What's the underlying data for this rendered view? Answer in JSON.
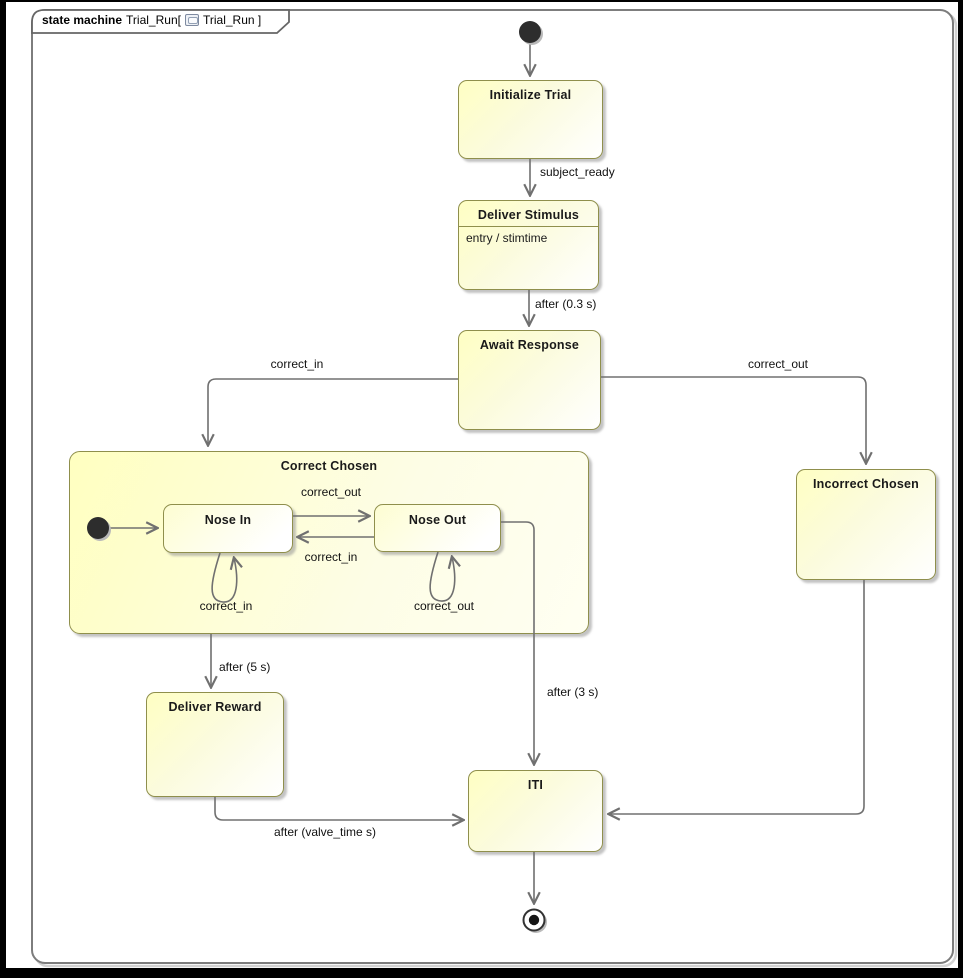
{
  "frame": {
    "kind": "state machine",
    "name": "Trial_Run[",
    "context": "Trial_Run ]",
    "icon": "state-diagram-icon"
  },
  "colors": {
    "state_fill": "#ffffc3",
    "state_border": "#8f8f4c",
    "connector": "#707070",
    "frame_border": "#7d7d7d",
    "background": "#ffffff"
  },
  "states": {
    "initialize_trial": {
      "label": "Initialize Trial"
    },
    "deliver_stimulus": {
      "label": "Deliver Stimulus",
      "entry_action": "entry / stimtime"
    },
    "await_response": {
      "label": "Await Response"
    },
    "correct_chosen": {
      "label": "Correct Chosen"
    },
    "nose_in": {
      "label": "Nose In"
    },
    "nose_out": {
      "label": "Nose Out"
    },
    "incorrect_chosen": {
      "label": "Incorrect Chosen"
    },
    "deliver_reward": {
      "label": "Deliver Reward"
    },
    "iti": {
      "label": "ITI"
    }
  },
  "transitions": {
    "subject_ready": "subject_ready",
    "after_stim": "after (0.3 s)",
    "correct_in_choice": "correct_in",
    "correct_out_choice": "correct_out",
    "nose_in_to_out": "correct_out",
    "nose_out_to_in": "correct_in",
    "nose_in_self": "correct_in",
    "nose_out_self": "correct_out",
    "after_reward": "after (5 s)",
    "after_iti": "after (3 s)",
    "after_valve": "after (valve_time s)"
  }
}
